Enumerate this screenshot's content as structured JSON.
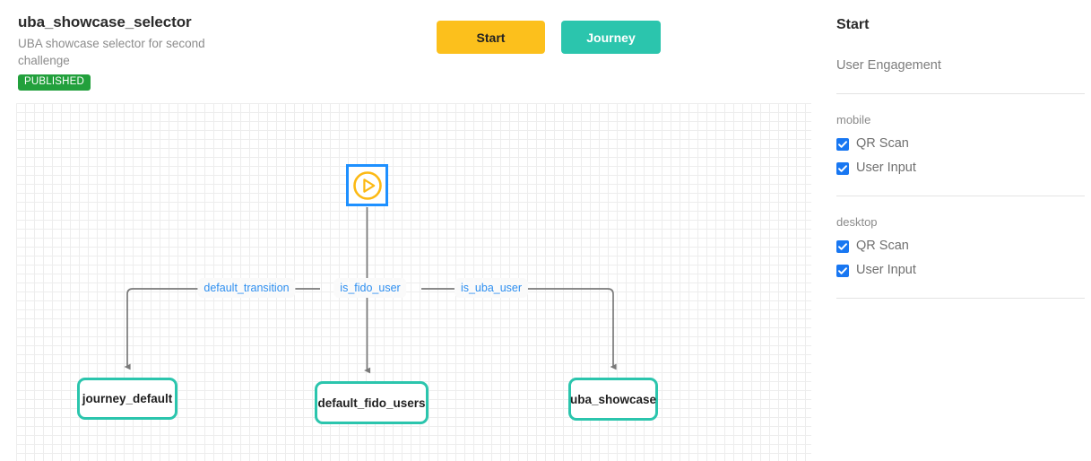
{
  "header": {
    "title": "uba_showcase_selector",
    "description": "UBA showcase selector for second challenge",
    "status_badge": "PUBLISHED"
  },
  "toolbar": {
    "start_label": "Start",
    "journey_label": "Journey"
  },
  "canvas": {
    "nodes": [
      {
        "id": "start",
        "type": "start-node",
        "label": "",
        "selected": true
      },
      {
        "id": "journey_default",
        "type": "journey-node",
        "label": "journey_default"
      },
      {
        "id": "default_fido_users",
        "type": "journey-node",
        "label": "default_fido_users"
      },
      {
        "id": "uba_showcase",
        "type": "journey-node",
        "label": "uba_showcase"
      }
    ],
    "edges": [
      {
        "id": "e1",
        "label": "default_transition",
        "from": "start",
        "to": "journey_default"
      },
      {
        "id": "e2",
        "label": "is_fido_user",
        "from": "start",
        "to": "default_fido_users"
      },
      {
        "id": "e3",
        "label": "is_uba_user",
        "from": "start",
        "to": "uba_showcase"
      }
    ]
  },
  "panel": {
    "title": "Start",
    "subtitle": "User Engagement",
    "groups": [
      {
        "name": "mobile",
        "options": [
          {
            "label": "QR Scan",
            "checked": true
          },
          {
            "label": "User Input",
            "checked": true
          }
        ]
      },
      {
        "name": "desktop",
        "options": [
          {
            "label": "QR Scan",
            "checked": true
          },
          {
            "label": "User Input",
            "checked": true
          }
        ]
      }
    ]
  },
  "colors": {
    "accent_teal": "#2bc5ad",
    "accent_amber": "#fcc01c",
    "published_green": "#22a03c",
    "selection_blue": "#1e90ff",
    "link_blue": "#2e8ff0",
    "checkbox_blue": "#1877f2",
    "edge_gray": "#7a7a7a"
  }
}
